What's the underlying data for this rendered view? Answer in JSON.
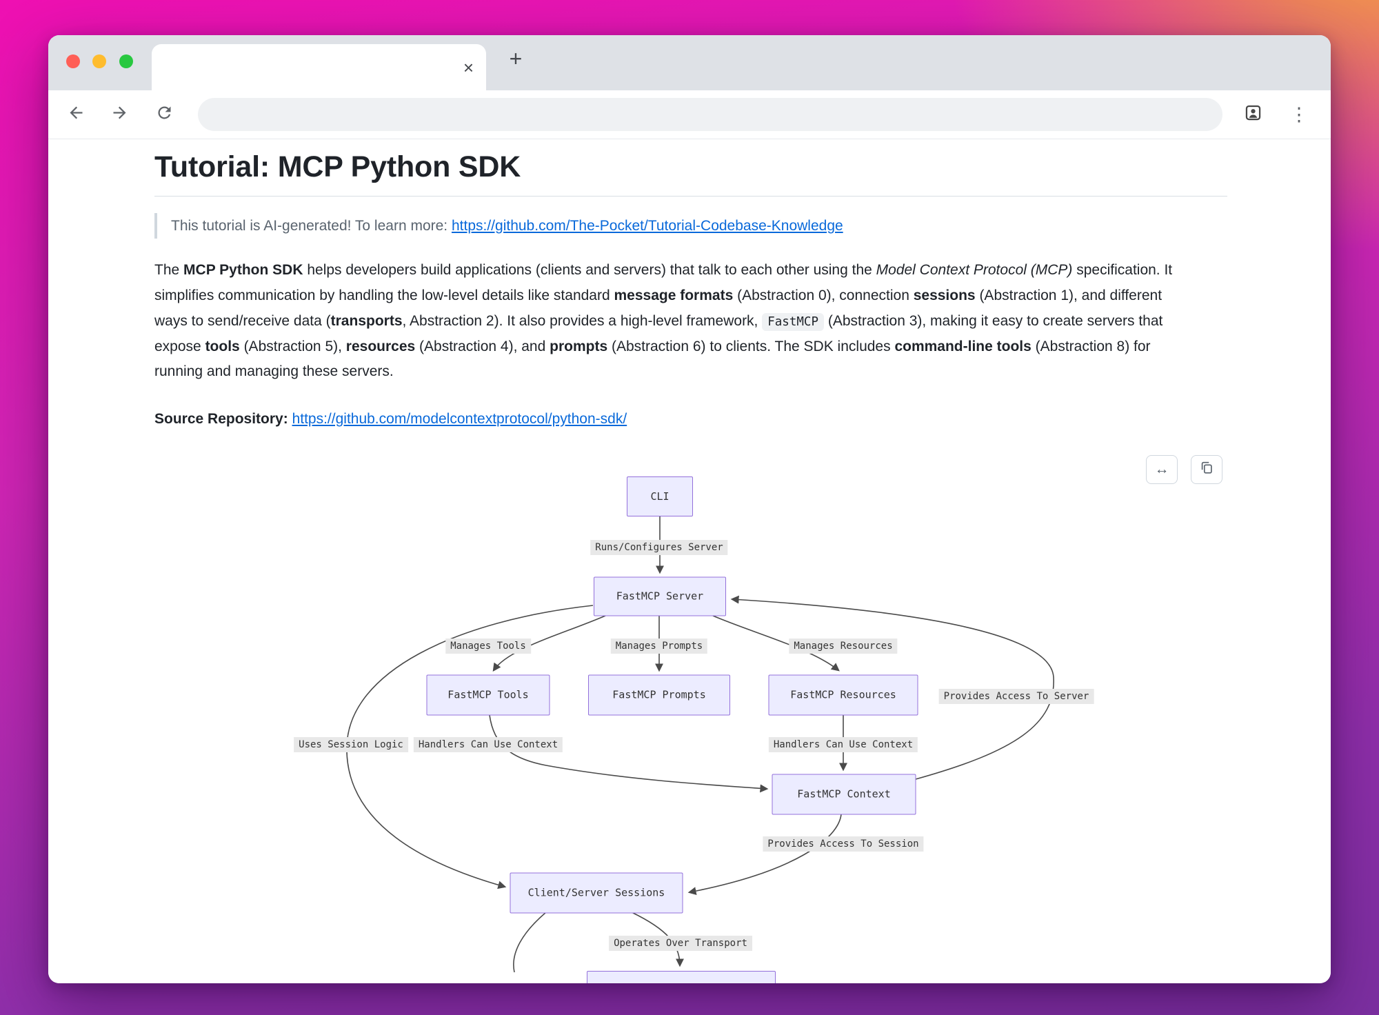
{
  "browser": {
    "tab_close_icon": "×",
    "new_tab_icon": "+",
    "menu_icon": "⋮",
    "address_value": ""
  },
  "page": {
    "title": "Tutorial: MCP Python SDK",
    "callout": {
      "text": "This tutorial is AI-generated! To learn more: ",
      "link_text": "https://github.com/The-Pocket/Tutorial-Codebase-Knowledge"
    },
    "intro": {
      "s0": "The ",
      "s1": "MCP Python SDK",
      "s2": " helps developers build applications (clients and servers) that talk to each other using the ",
      "s3": "Model Context Protocol (MCP)",
      "s4": " specification. It simplifies communication by handling the low-level details like standard ",
      "s5": "message formats",
      "s6": " (Abstraction 0), connection ",
      "s7": "sessions",
      "s8": " (Abstraction 1), and different ways to send/receive data (",
      "s9": "transports",
      "s10": ", Abstraction 2). It also provides a high-level framework, ",
      "s11": "FastMCP",
      "s12": " (Abstraction 3), making it easy to create servers that expose ",
      "s13": "tools",
      "s14": " (Abstraction 5), ",
      "s15": "resources",
      "s16": " (Abstraction 4), and ",
      "s17": "prompts",
      "s18": " (Abstraction 6) to clients. The SDK includes ",
      "s19": "command-line tools",
      "s20": " (Abstraction 8) for running and managing these servers."
    },
    "source": {
      "label": "Source Repository:",
      "link_text": "https://github.com/modelcontextprotocol/python-sdk/"
    }
  },
  "diagram": {
    "expand_icon": "↔",
    "nodes": [
      {
        "label": "CLI"
      },
      {
        "label": "FastMCP Server"
      },
      {
        "label": "FastMCP Tools"
      },
      {
        "label": "FastMCP Prompts"
      },
      {
        "label": "FastMCP Resources"
      },
      {
        "label": "FastMCP Context"
      },
      {
        "label": "Client/Server Sessions"
      },
      {
        "label": ""
      }
    ],
    "edge_labels": [
      "Runs/Configures Server",
      "Manages Tools",
      "Manages Prompts",
      "Manages Resources",
      "Provides Access To Server",
      "Uses Session Logic",
      "Handlers Can Use Context",
      "Handlers Can Use Context",
      "Provides Access To Session",
      "Operates Over Transport"
    ],
    "colors": {
      "node_fill": "#ECECFF",
      "node_border": "#9370DB",
      "edge_label_bg": "#e8e8e8",
      "edge_line": "#4a4a4a",
      "link_blue": "#0969da"
    }
  }
}
